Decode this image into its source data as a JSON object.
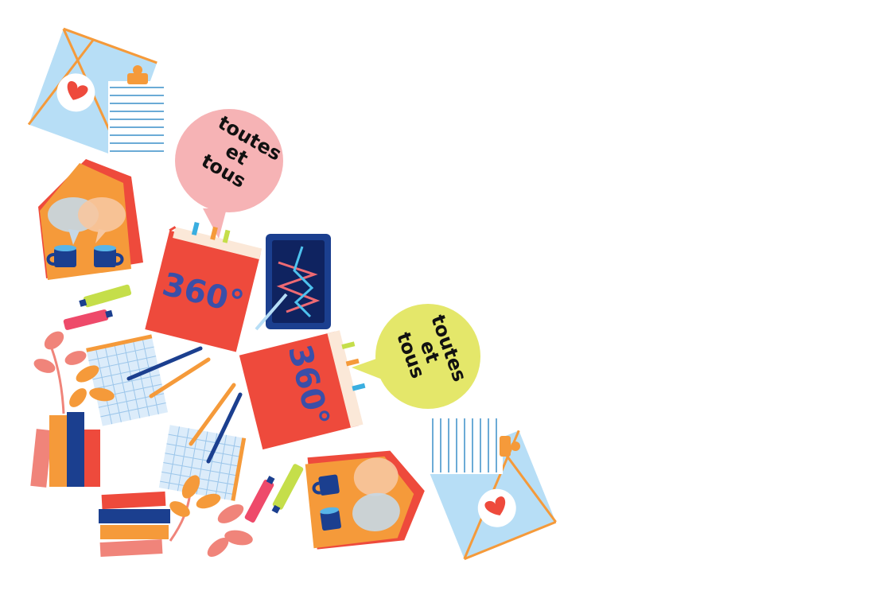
{
  "badges": {
    "book_top": "360°",
    "book_middle": "360°"
  },
  "speech_bubbles": {
    "pink": {
      "line1": "toutes",
      "line2": "et",
      "line3": "tous"
    },
    "green": {
      "line1": "toutes",
      "line2": "et",
      "line3": "tous"
    }
  },
  "colors": {
    "red": "#ee4a3c",
    "orange": "#f59a3a",
    "light_blue": "#b7def6",
    "navy": "#1b3f8f",
    "pink": "#f6b3b5",
    "lime": "#e4e76a",
    "salmon": "#f0847a"
  },
  "icons": [
    "folder-icon",
    "clipboard-icon",
    "speech-bubble-icon",
    "house-icon",
    "mug-icon",
    "book-icon",
    "tablet-icon",
    "marker-icon",
    "grid-notebook-icon",
    "pencil-icon",
    "plant-icon",
    "book-stack-icon",
    "heart-icon"
  ]
}
